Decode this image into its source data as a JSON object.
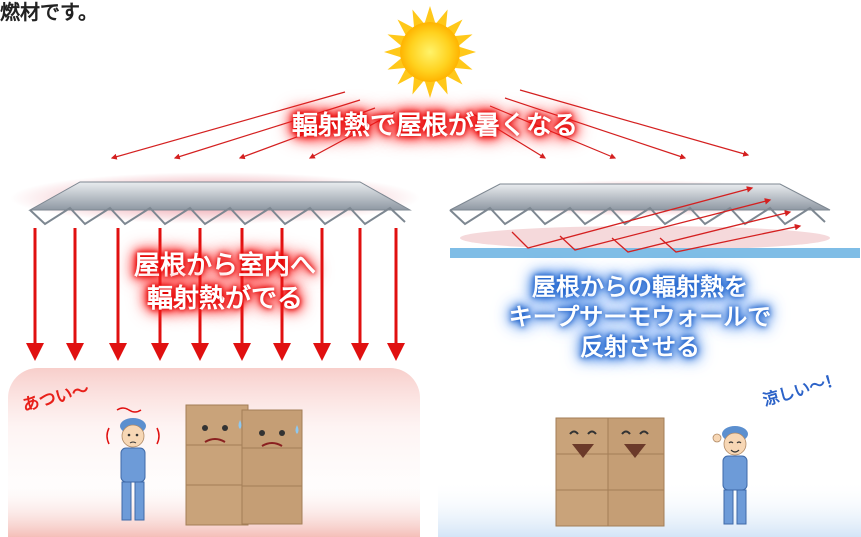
{
  "top_caption": "燃材です。",
  "headline": "輻射熱で屋根が暑くなる",
  "left_panel": {
    "message_line1": "屋根から室内へ",
    "message_line2": "輻射熱がでる",
    "exclamation": "あつい〜"
  },
  "right_panel": {
    "message_line1": "屋根からの輻射熱を",
    "message_line2": "キープサーモウォールで",
    "message_line3": "反射させる",
    "exclamation": "涼しい〜！"
  },
  "colors": {
    "heat_red": "#e01010",
    "cool_blue": "#2b62c8",
    "reflect_layer": "#7fbde6",
    "sun": "#ffc81a",
    "roof_gray": "#9aa3ad",
    "box_brown": "#c9a37a"
  }
}
